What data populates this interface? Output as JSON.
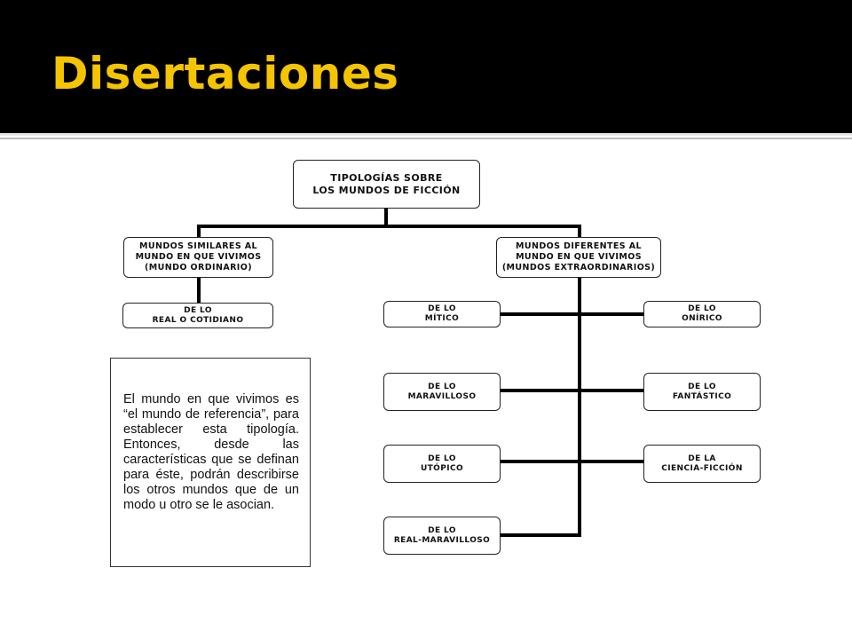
{
  "slide": {
    "title": "Disertaciones",
    "colors": {
      "header_bg": "#000000",
      "title": "#f5c400"
    }
  },
  "diagram": {
    "root": [
      "TIPOLOGÍAS SOBRE",
      "LOS MUNDOS DE FICCIÓN"
    ],
    "similar": [
      "MUNDOS SIMILARES AL",
      "MUNDO EN QUE VIVIMOS",
      "(MUNDO ORDINARIO)"
    ],
    "different": [
      "MUNDOS DIFERENTES AL",
      "MUNDO EN QUE VIVIMOS",
      "(MUNDOS EXTRAORDINARIOS)"
    ],
    "real": [
      "DE LO",
      "REAL O COTIDIANO"
    ],
    "mitico": [
      "DE LO",
      "MÍTICO"
    ],
    "onirico": [
      "DE LO",
      "ONÍRICO"
    ],
    "maravilloso": [
      "DE LO",
      "MARAVILLOSO"
    ],
    "fantastico": [
      "DE LO",
      "FANTÁSTICO"
    ],
    "utopico": [
      "DE LO",
      "UTÓPICO"
    ],
    "ciencia": [
      "DE LA",
      "CIENCIA-FICCIÓN"
    ],
    "realmaravilloso": [
      "DE LO",
      "REAL-MARAVILLOSO"
    ]
  },
  "note": {
    "text": "El mundo en que vivimos es “el mundo de referencia”, para establecer esta tipología. Entonces, desde las características que se definan para éste, podrán describirse los otros mundos que de un modo u otro se le asocian."
  }
}
